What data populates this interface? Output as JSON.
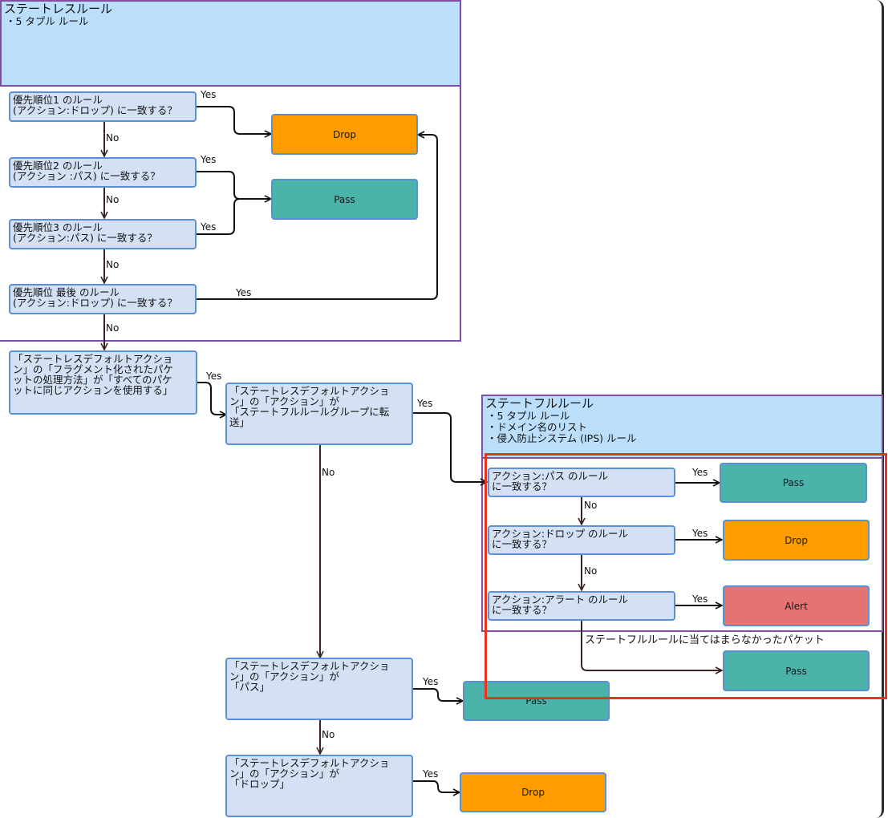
{
  "stateless_panel": {
    "title": "ステートレスルール",
    "items": [
      "・5 タプル ルール"
    ]
  },
  "stateless_rules": [
    {
      "line1": "優先順位1 のルール",
      "line2": "(アクション:ドロップ) に一致する？",
      "yes_target": "Drop"
    },
    {
      "line1": "優先順位2 のルール",
      "line2": "(アクション :パス) に一致する？",
      "yes_target": "Pass"
    },
    {
      "line1": "優先順位3 のルール",
      "line2": "(アクション:パス) に一致する？",
      "yes_target": "Pass"
    },
    {
      "line1": "優先順位 最後 のルール",
      "line2": "(アクション:ドロップ) に一致する？",
      "yes_target": "Drop"
    }
  ],
  "stateless_actions": {
    "drop": "Drop",
    "pass": "Pass"
  },
  "fragment_question": {
    "lines": [
      "「ステートレスデフォルトアクショ",
      "ン」の「フラグメント化されたパケ",
      "ットの処理方法」が「すべてのパケ",
      "ットに同じアクションを使用する」"
    ]
  },
  "forward_question": {
    "lines": [
      "「ステートレスデフォルトアクショ",
      "ン」の「アクション」が",
      "「ステートフルルールグループに転",
      "送」"
    ]
  },
  "pass_question": {
    "lines": [
      "「ステートレスデフォルトアクショ",
      "ン」の「アクション」が",
      "「パス」"
    ],
    "yes_target": "Pass"
  },
  "drop_question": {
    "lines": [
      "「ステートレスデフォルトアクショ",
      "ン」の「アクション」が",
      "「ドロップ」"
    ],
    "yes_target": "Drop"
  },
  "stateful_panel": {
    "title": "ステートフルルール",
    "items": [
      "・5 タプル ルール",
      "・ドメイン名のリスト",
      "・侵入防止システム (IPS) ルール"
    ]
  },
  "stateful_rules": [
    {
      "line1": "アクション:パス のルール",
      "line2": "に一致する？",
      "yes_target": "Pass"
    },
    {
      "line1": "アクション:ドロップ のルール",
      "line2": "に一致する？",
      "yes_target": "Drop"
    },
    {
      "line1": "アクション:アラート のルール",
      "line2": "に一致する？",
      "yes_target": "Alert"
    }
  ],
  "unmatched_label": "ステートフルルールに当てはまらなかったパケット",
  "unmatched_target": "Pass",
  "edge_labels": {
    "yes": "Yes",
    "no": "No"
  },
  "colors": {
    "drop": "#ff9c00",
    "pass": "#4cb3aa",
    "alert": "#e57373",
    "question": "#d4e1f5",
    "panel": "#bbdefb",
    "frame": "#7e4fa5",
    "highlight": "#e8341f"
  }
}
